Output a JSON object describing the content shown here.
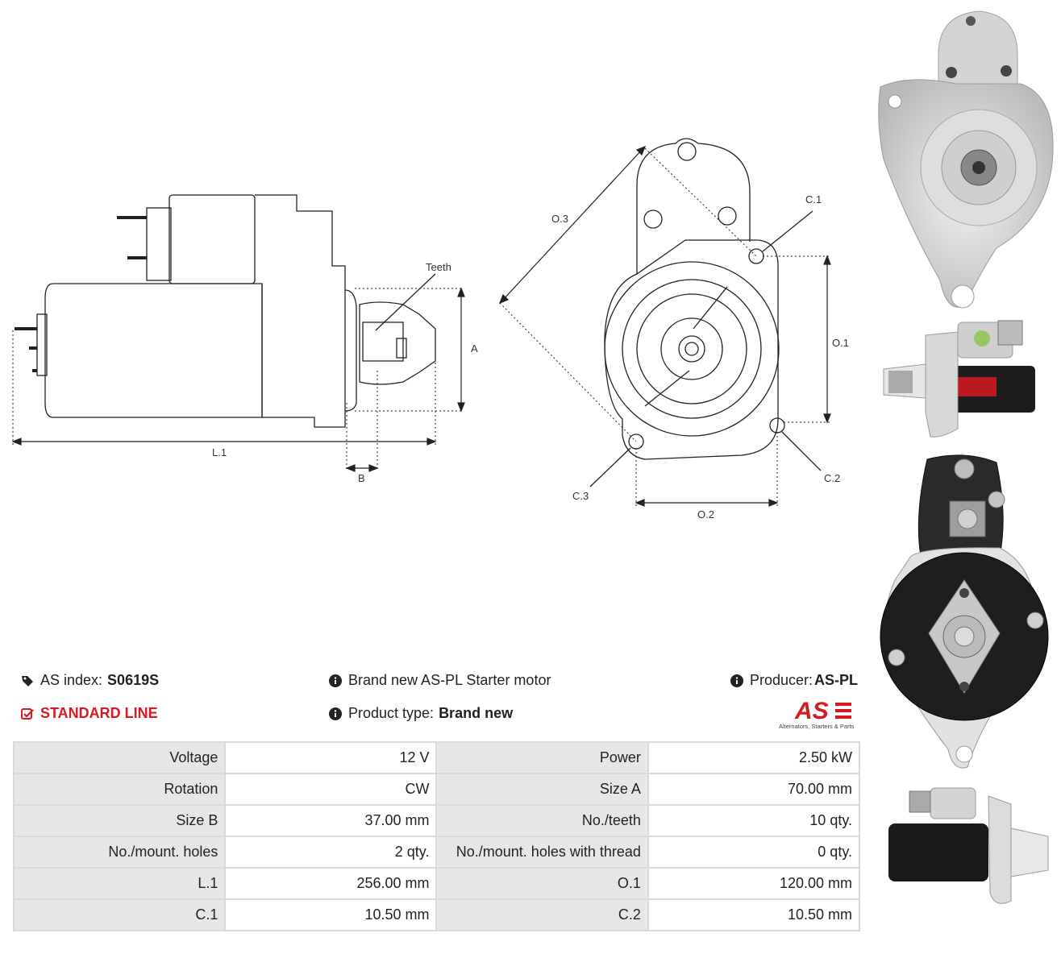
{
  "labels": {
    "teeth": "Teeth",
    "A": "A",
    "B": "B",
    "L1": "L.1",
    "O1": "O.1",
    "O2": "O.2",
    "O3": "O.3",
    "C1": "C.1",
    "C2": "C.2",
    "C3": "C.3"
  },
  "info": {
    "as_index_label": "AS index:",
    "as_index_value": "S0619S",
    "line": "STANDARD LINE",
    "brand_text": "Brand new AS-PL Starter motor",
    "product_type_label": "Product type:",
    "product_type_value": "Brand new",
    "producer_label": "Producer:",
    "producer_value": "AS-PL"
  },
  "logo": {
    "mark": "AS",
    "tagline": "Alternators, Starters & Parts",
    "color": "#d71920"
  },
  "icons": {
    "tag": "tag-icon",
    "check": "checkbox-icon",
    "info": "info-icon"
  },
  "specs": [
    {
      "l1": "Voltage",
      "v1": "12 V",
      "l2": "Power",
      "v2": "2.50 kW"
    },
    {
      "l1": "Rotation",
      "v1": "CW",
      "l2": "Size A",
      "v2": "70.00 mm"
    },
    {
      "l1": "Size B",
      "v1": "37.00 mm",
      "l2": "No./teeth",
      "v2": "10 qty."
    },
    {
      "l1": "No./mount. holes",
      "v1": "2 qty.",
      "l2": "No./mount. holes with thread",
      "v2": "0 qty."
    },
    {
      "l1": "L.1",
      "v1": "256.00 mm",
      "l2": "O.1",
      "v2": "120.00 mm"
    },
    {
      "l1": "C.1",
      "v1": "10.50 mm",
      "l2": "C.2",
      "v2": "10.50 mm"
    }
  ]
}
